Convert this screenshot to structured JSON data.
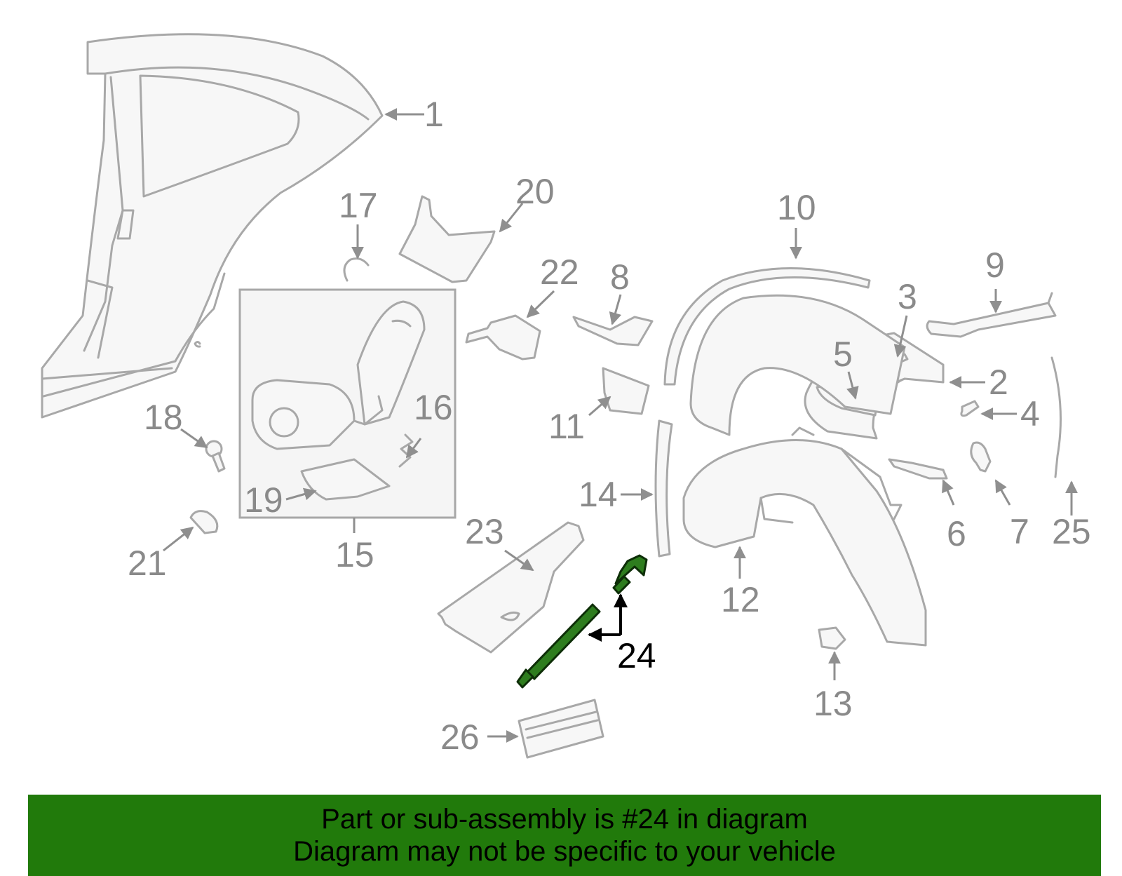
{
  "diagram": {
    "highlighted_part": "24",
    "highlight_color": "#2e7d1e",
    "banner_color": "#217a0b",
    "callouts": {
      "c1": "1",
      "c2": "2",
      "c3": "3",
      "c4": "4",
      "c5": "5",
      "c6": "6",
      "c7": "7",
      "c8": "8",
      "c9": "9",
      "c10": "10",
      "c11": "11",
      "c12": "12",
      "c13": "13",
      "c14": "14",
      "c15": "15",
      "c16": "16",
      "c17": "17",
      "c18": "18",
      "c19": "19",
      "c20": "20",
      "c21": "21",
      "c22": "22",
      "c23": "23",
      "c24": "24",
      "c25": "25",
      "c26": "26"
    }
  },
  "banner": {
    "line1": "Part or sub-assembly is #24 in diagram",
    "line2": "Diagram may not be specific to your vehicle"
  }
}
